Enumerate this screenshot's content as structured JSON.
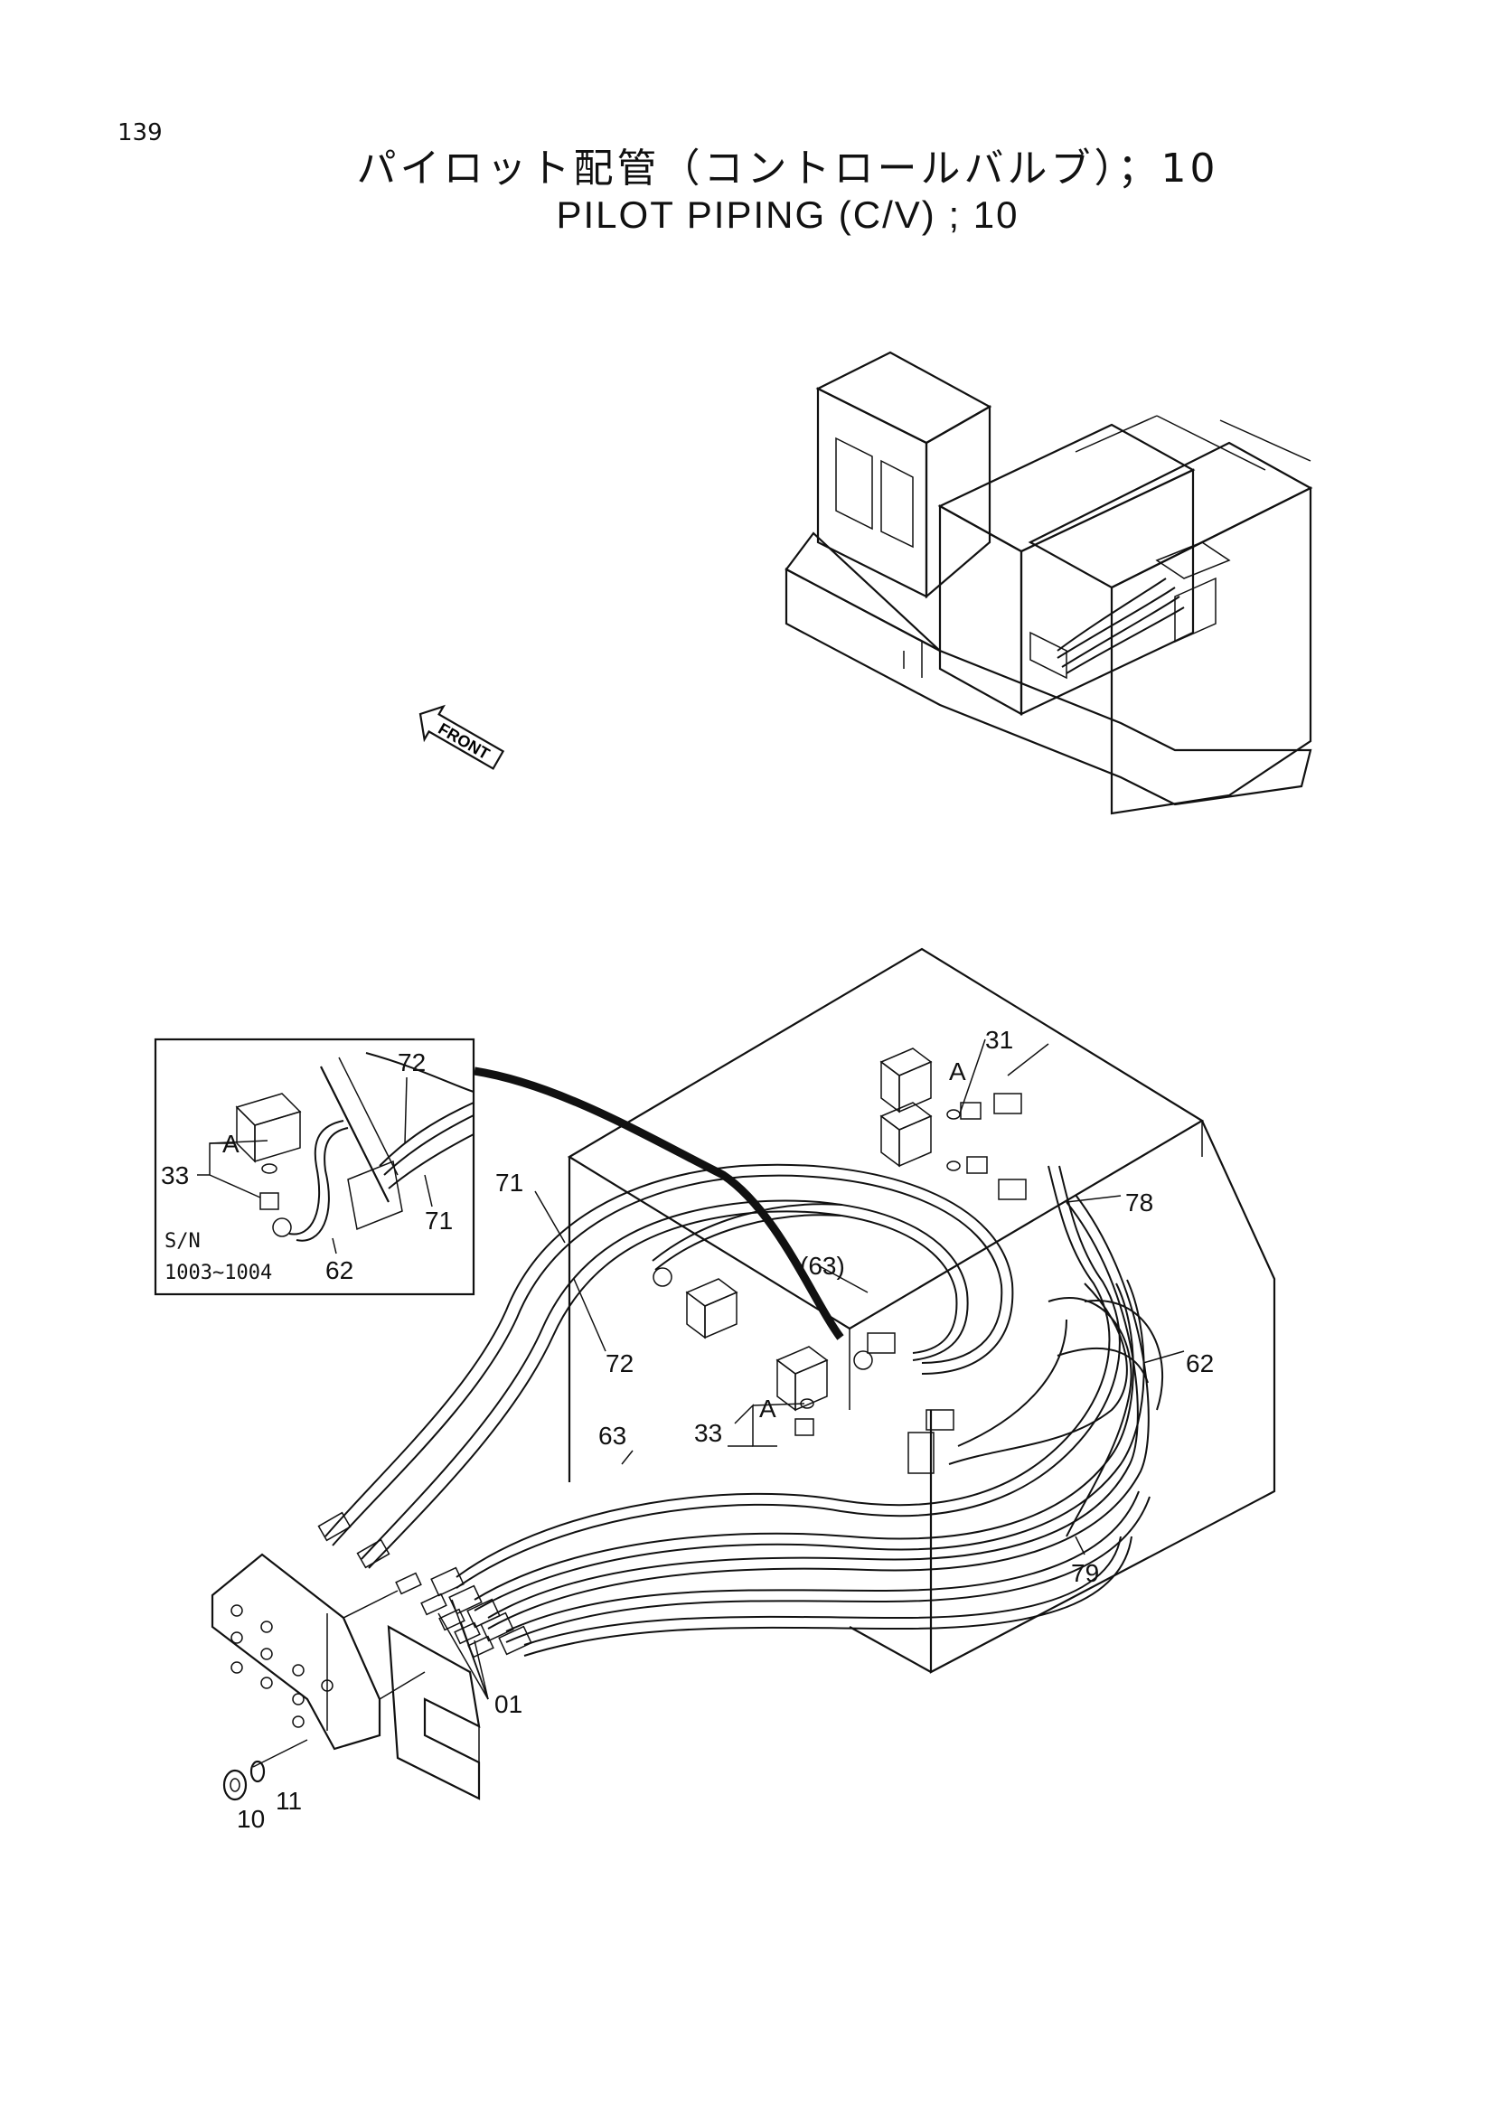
{
  "page": {
    "number": "139"
  },
  "title": {
    "japanese": "パイロット配管（コントロールバルブ）；10",
    "english": "PILOT PIPING (C/V) ; 10"
  },
  "orientation": {
    "front_label": "FRONT"
  },
  "inset": {
    "serial_label": "S/N",
    "serial_range": "1003~1004",
    "callouts": [
      "72",
      "71",
      "62",
      "33",
      "A"
    ]
  },
  "callouts": {
    "c31": "31",
    "c78": "78",
    "c71": "71",
    "c63p": "(63)",
    "c72": "72",
    "c62": "62",
    "c63": "63",
    "c33": "33",
    "cA1": "A",
    "cA2": "A",
    "c79": "79",
    "c01": "01",
    "c10": "10",
    "c11": "11"
  },
  "colors": {
    "line": "#111111",
    "background": "#ffffff"
  }
}
